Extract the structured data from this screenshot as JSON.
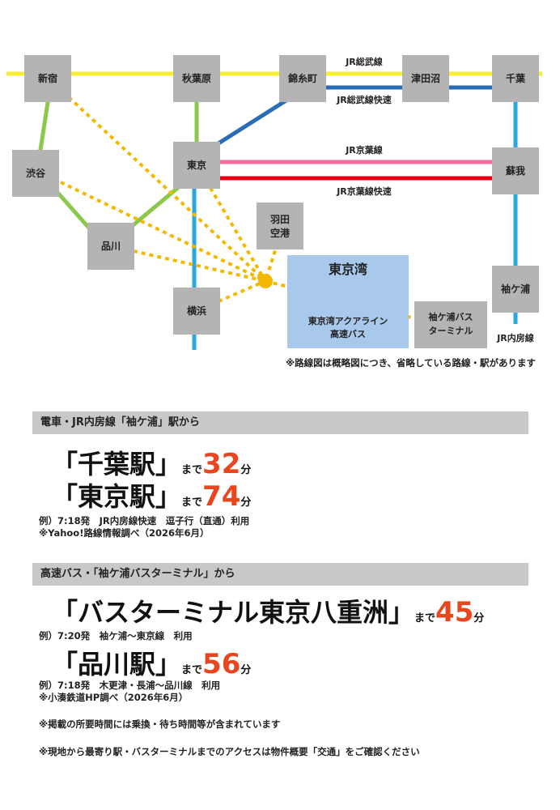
{
  "map": {
    "stations": {
      "shinjuku": "新宿",
      "akihabara": "秋葉原",
      "kinshicho": "錦糸町",
      "tsudanuma": "津田沼",
      "chiba": "千葉",
      "shibuya": "渋谷",
      "tokyo": "東京",
      "soga": "蘇我",
      "haneda_1": "羽田",
      "haneda_2": "空港",
      "shinagawa": "品川",
      "yokohama": "横浜",
      "sodegaura": "袖ケ浦",
      "bus_terminal_1": "袖ケ浦バス",
      "bus_terminal_2": "ターミナル"
    },
    "lines": {
      "sobu": "JR総武線",
      "sobu_rapid": "JR総武線快速",
      "keiyo": "JR京葉線",
      "keiyo_rapid": "JR京葉線快速",
      "uchibo": "JR内房線"
    },
    "bay": {
      "name": "東京湾",
      "aqualine_1": "東京湾アクアライン",
      "aqualine_2": "高速バス"
    },
    "note": "※路線図は概略図につき、省略している路線・駅があります",
    "colors": {
      "yellow": "#f5ee32",
      "green": "#8cc84b",
      "blue": "#2a6db5",
      "light_blue": "#2aa7e0",
      "pink": "#f06e96",
      "red": "#e60012",
      "dots": "#f5b800",
      "station_box": "#b4b4b4",
      "bay": "#a8c8ec"
    }
  },
  "train": {
    "header": "電車・JR内房線「袖ケ浦」駅から",
    "dest1": "「千葉駅」",
    "dest1_made": "まで",
    "dest1_num": "32",
    "dest1_fun": "分",
    "dest2": "「東京駅」",
    "dest2_made": "まで",
    "dest2_num": "74",
    "dest2_fun": "分",
    "example": "例）7:18発　JR内房線快速　逗子行（直通）利用",
    "source": "※Yahoo!路線情報調べ（2026年6月）"
  },
  "bus": {
    "header": "高速バス・「袖ケ浦バスターミナル」から",
    "dest1": "「バスターミナル東京八重洲」",
    "dest1_made": "まで",
    "dest1_num": "45",
    "dest1_fun": "分",
    "example1": "例）7:20発　袖ケ浦～東京線　利用",
    "dest2": "「品川駅」",
    "dest2_made": "まで",
    "dest2_num": "56",
    "dest2_fun": "分",
    "example2": "例）7:18発　木更津・長浦～品川線　利用",
    "source": "※小湊鉄道HP調べ（2026年6月）"
  },
  "notes": {
    "note1": "※掲載の所要時間には乗換・待ち時間等が含まれています",
    "note2": "※現地から最寄り駅・バスターミナルまでのアクセスは物件概要「交通」をご確認ください"
  }
}
